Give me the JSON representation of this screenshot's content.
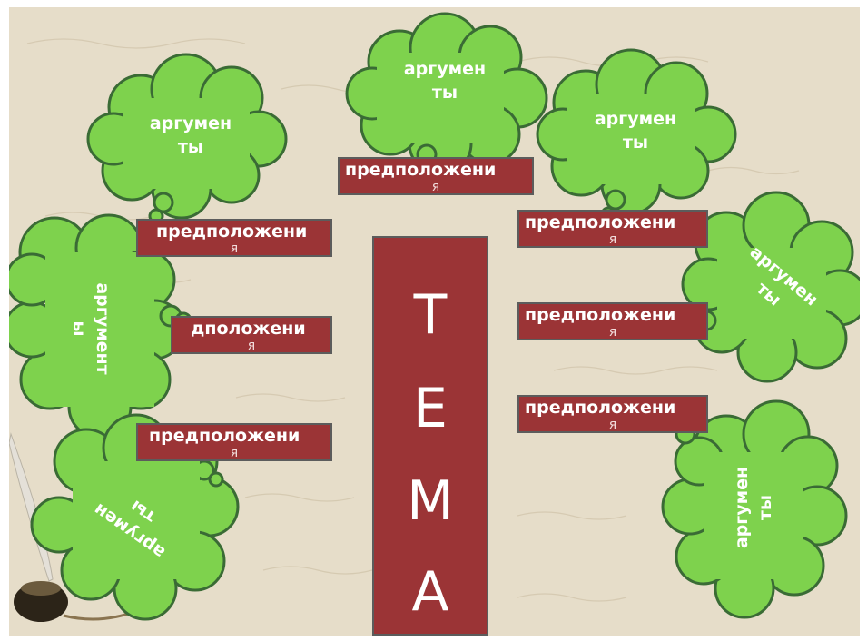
{
  "center": {
    "letters": [
      "Т",
      "Е",
      "М",
      "А"
    ]
  },
  "boxes": [
    {
      "id": "top-center",
      "line1": "предположени",
      "line2": "я"
    },
    {
      "id": "left-1",
      "line1": "предположени",
      "line2": "я"
    },
    {
      "id": "left-2",
      "line1": "дположени",
      "line2": "я"
    },
    {
      "id": "left-3",
      "line1": "предположени",
      "line2": "я"
    },
    {
      "id": "right-1",
      "line1": "предположени",
      "line2": "я"
    },
    {
      "id": "right-2",
      "line1": "предположени",
      "line2": "я"
    },
    {
      "id": "right-3",
      "line1": "предположени",
      "line2": "я"
    }
  ],
  "clouds": [
    {
      "id": "top-center",
      "line1": "аргумен",
      "line2": "ты"
    },
    {
      "id": "top-left",
      "line1": "аргумен",
      "line2": "ты"
    },
    {
      "id": "top-right",
      "line1": "аргумен",
      "line2": "ты"
    },
    {
      "id": "left-mid",
      "line1": "аргумент",
      "line2": "ы"
    },
    {
      "id": "bottom-left",
      "line1": "аргумен",
      "line2": "ты"
    },
    {
      "id": "right-mid",
      "line1": "аргумен",
      "line2": "ты"
    },
    {
      "id": "bottom-right",
      "line1": "аргумен",
      "line2": "ты"
    }
  ],
  "colors": {
    "background": "#e6ddc9",
    "box_fill": "#9b3436",
    "box_border": "#5c5c5c",
    "cloud_fill": "#7ed24d",
    "cloud_stroke": "#3a6b35",
    "text": "#ffffff"
  }
}
